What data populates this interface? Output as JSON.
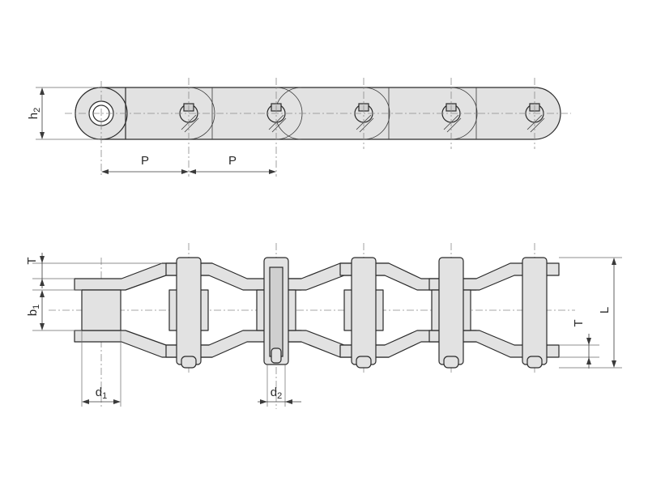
{
  "figure": {
    "side_view": {
      "height_label": "h",
      "height_sub": "2",
      "pitch_label_1": "P",
      "pitch_label_2": "P"
    },
    "top_view": {
      "thickness_label": "T",
      "inner_width_label": "b",
      "inner_width_sub": "1",
      "roller_dia_label": "d",
      "roller_dia_sub": "1",
      "pin_dia_label": "d",
      "pin_dia_sub": "2",
      "thickness_label_right": "T",
      "length_label": "L"
    }
  }
}
